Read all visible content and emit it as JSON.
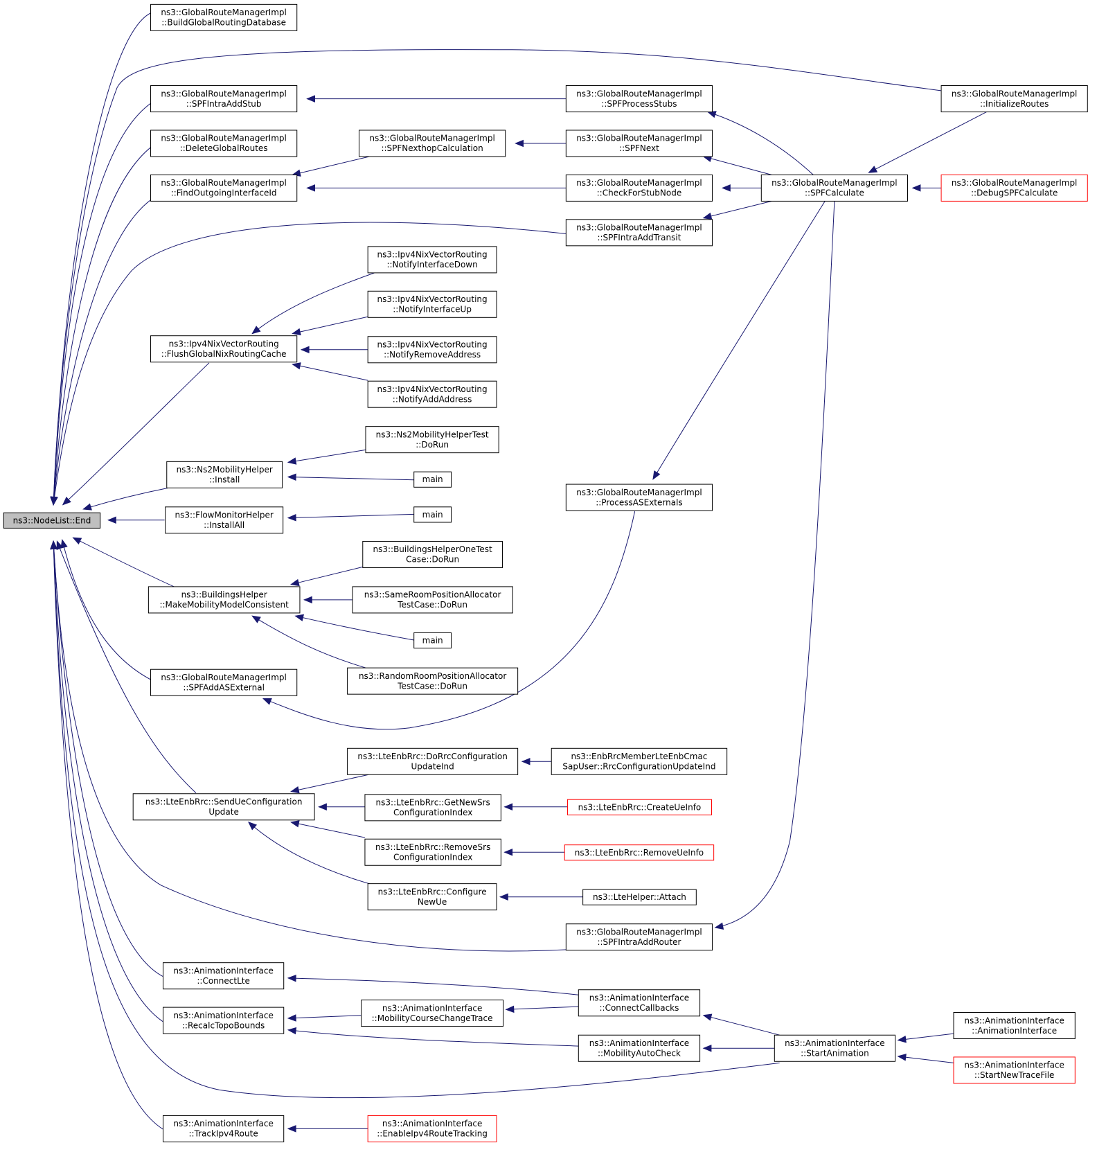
{
  "diagram": {
    "type": "doxygen-caller-graph",
    "colors": {
      "edge": "#191970",
      "root_fill": "#bfbfbf",
      "border": "#000000",
      "truncated_border": "#ff0000"
    },
    "nodes": [
      {
        "id": "root",
        "lines": [
          "ns3::NodeList::End"
        ],
        "root": true
      },
      {
        "id": "n_bgrd",
        "lines": [
          "ns3::GlobalRouteManagerImpl",
          "::BuildGlobalRoutingDatabase"
        ]
      },
      {
        "id": "n_intra_stub",
        "lines": [
          "ns3::GlobalRouteManagerImpl",
          "::SPFIntraAddStub"
        ]
      },
      {
        "id": "n_del",
        "lines": [
          "ns3::GlobalRouteManagerImpl",
          "::DeleteGlobalRoutes"
        ]
      },
      {
        "id": "n_foi",
        "lines": [
          "ns3::GlobalRouteManagerImpl",
          "::FindOutgoingInterfaceId"
        ]
      },
      {
        "id": "n_flush",
        "lines": [
          "ns3::Ipv4NixVectorRouting",
          "::FlushGlobalNixRoutingCache"
        ]
      },
      {
        "id": "n_ns2",
        "lines": [
          "ns3::Ns2MobilityHelper",
          "::Install"
        ]
      },
      {
        "id": "n_flow",
        "lines": [
          "ns3::FlowMonitorHelper",
          "::InstallAll"
        ]
      },
      {
        "id": "n_bld",
        "lines": [
          "ns3::BuildingsHelper",
          "::MakeMobilityModelConsistent"
        ]
      },
      {
        "id": "n_asext",
        "lines": [
          "ns3::GlobalRouteManagerImpl",
          "::SPFAddASExternal"
        ]
      },
      {
        "id": "n_sendue",
        "lines": [
          "ns3::LteEnbRrc::SendUeConfiguration",
          "Update"
        ]
      },
      {
        "id": "n_clte",
        "lines": [
          "ns3::AnimationInterface",
          "::ConnectLte"
        ]
      },
      {
        "id": "n_recalc",
        "lines": [
          "ns3::AnimationInterface",
          "::RecalcTopoBounds"
        ]
      },
      {
        "id": "n_track",
        "lines": [
          "ns3::AnimationInterface",
          "::TrackIpv4Route"
        ]
      },
      {
        "id": "n_nexthop",
        "lines": [
          "ns3::GlobalRouteManagerImpl",
          "::SPFNexthopCalculation"
        ]
      },
      {
        "id": "n_nid",
        "lines": [
          "ns3::Ipv4NixVectorRouting",
          "::NotifyInterfaceDown"
        ]
      },
      {
        "id": "n_niu",
        "lines": [
          "ns3::Ipv4NixVectorRouting",
          "::NotifyInterfaceUp"
        ]
      },
      {
        "id": "n_nra",
        "lines": [
          "ns3::Ipv4NixVectorRouting",
          "::NotifyRemoveAddress"
        ]
      },
      {
        "id": "n_naa",
        "lines": [
          "ns3::Ipv4NixVectorRouting",
          "::NotifyAddAddress"
        ]
      },
      {
        "id": "n_ns2test",
        "lines": [
          "ns3::Ns2MobilityHelperTest",
          "::DoRun"
        ]
      },
      {
        "id": "n_main1",
        "lines": [
          "main"
        ]
      },
      {
        "id": "n_main2",
        "lines": [
          "main"
        ]
      },
      {
        "id": "n_bhot",
        "lines": [
          "ns3::BuildingsHelperOneTest",
          "Case::DoRun"
        ]
      },
      {
        "id": "n_srpa",
        "lines": [
          "ns3::SameRoomPositionAllocator",
          "TestCase::DoRun"
        ]
      },
      {
        "id": "n_main3",
        "lines": [
          "main"
        ]
      },
      {
        "id": "n_rrpa",
        "lines": [
          "ns3::RandomRoomPositionAllocator",
          "TestCase::DoRun"
        ]
      },
      {
        "id": "n_dorrc",
        "lines": [
          "ns3::LteEnbRrc::DoRrcConfiguration",
          "UpdateInd"
        ]
      },
      {
        "id": "n_getsrs",
        "lines": [
          "ns3::LteEnbRrc::GetNewSrs",
          "ConfigurationIndex"
        ]
      },
      {
        "id": "n_remsrs",
        "lines": [
          "ns3::LteEnbRrc::RemoveSrs",
          "ConfigurationIndex"
        ]
      },
      {
        "id": "n_cfgue",
        "lines": [
          "ns3::LteEnbRrc::Configure",
          "NewUe"
        ]
      },
      {
        "id": "n_mcct",
        "lines": [
          "ns3::AnimationInterface",
          "::MobilityCourseChangeTrace"
        ]
      },
      {
        "id": "n_enrt",
        "lines": [
          "ns3::AnimationInterface",
          "::EnableIpv4RouteTracking"
        ],
        "red": true
      },
      {
        "id": "n_pstubs",
        "lines": [
          "ns3::GlobalRouteManagerImpl",
          "::SPFProcessStubs"
        ]
      },
      {
        "id": "n_next",
        "lines": [
          "ns3::GlobalRouteManagerImpl",
          "::SPFNext"
        ]
      },
      {
        "id": "n_cfsn",
        "lines": [
          "ns3::GlobalRouteManagerImpl",
          "::CheckForStubNode"
        ]
      },
      {
        "id": "n_iat",
        "lines": [
          "ns3::GlobalRouteManagerImpl",
          "::SPFIntraAddTransit"
        ]
      },
      {
        "id": "n_pase",
        "lines": [
          "ns3::GlobalRouteManagerImpl",
          "::ProcessASExternals"
        ]
      },
      {
        "id": "n_erm",
        "lines": [
          "ns3::EnbRrcMemberLteEnbCmac",
          "SapUser::RrcConfigurationUpdateInd"
        ]
      },
      {
        "id": "n_cui",
        "lines": [
          "ns3::LteEnbRrc::CreateUeInfo"
        ],
        "red": true
      },
      {
        "id": "n_rui",
        "lines": [
          "ns3::LteEnbRrc::RemoveUeInfo"
        ],
        "red": true
      },
      {
        "id": "n_attach",
        "lines": [
          "ns3::LteHelper::Attach"
        ]
      },
      {
        "id": "n_iar",
        "lines": [
          "ns3::GlobalRouteManagerImpl",
          "::SPFIntraAddRouter"
        ]
      },
      {
        "id": "n_ccb",
        "lines": [
          "ns3::AnimationInterface",
          "::ConnectCallbacks"
        ]
      },
      {
        "id": "n_mac",
        "lines": [
          "ns3::AnimationInterface",
          "::MobilityAutoCheck"
        ]
      },
      {
        "id": "n_spfcalc",
        "lines": [
          "ns3::GlobalRouteManagerImpl",
          "::SPFCalculate"
        ]
      },
      {
        "id": "n_start",
        "lines": [
          "ns3::AnimationInterface",
          "::StartAnimation"
        ]
      },
      {
        "id": "n_initr",
        "lines": [
          "ns3::GlobalRouteManagerImpl",
          "::InitializeRoutes"
        ]
      },
      {
        "id": "n_dbg",
        "lines": [
          "ns3::GlobalRouteManagerImpl",
          "::DebugSPFCalculate"
        ],
        "red": true
      },
      {
        "id": "n_aiai",
        "lines": [
          "ns3::AnimationInterface",
          "::AnimationInterface"
        ]
      },
      {
        "id": "n_sntf",
        "lines": [
          "ns3::AnimationInterface",
          "::StartNewTraceFile"
        ],
        "red": true
      }
    ],
    "edges": [
      [
        "n_bgrd",
        "root"
      ],
      [
        "n_initr",
        "root"
      ],
      [
        "n_intra_stub",
        "root"
      ],
      [
        "n_del",
        "root"
      ],
      [
        "n_foi",
        "root"
      ],
      [
        "n_iat",
        "root"
      ],
      [
        "n_flush",
        "root"
      ],
      [
        "n_ns2",
        "root"
      ],
      [
        "n_flow",
        "root"
      ],
      [
        "n_bld",
        "root"
      ],
      [
        "n_asext",
        "root"
      ],
      [
        "n_sendue",
        "root"
      ],
      [
        "n_iar",
        "root"
      ],
      [
        "n_clte",
        "root"
      ],
      [
        "n_recalc",
        "root"
      ],
      [
        "n_start",
        "root"
      ],
      [
        "n_track",
        "root"
      ],
      [
        "n_pstubs",
        "n_intra_stub"
      ],
      [
        "n_nexthop",
        "n_foi"
      ],
      [
        "n_cfsn",
        "n_foi"
      ],
      [
        "n_next",
        "n_nexthop"
      ],
      [
        "n_spfcalc",
        "n_pstubs"
      ],
      [
        "n_spfcalc",
        "n_next"
      ],
      [
        "n_spfcalc",
        "n_cfsn"
      ],
      [
        "n_spfcalc",
        "n_iat"
      ],
      [
        "n_spfcalc",
        "n_pase"
      ],
      [
        "n_spfcalc",
        "n_iar"
      ],
      [
        "n_initr",
        "n_spfcalc"
      ],
      [
        "n_dbg",
        "n_spfcalc"
      ],
      [
        "n_nid",
        "n_flush"
      ],
      [
        "n_niu",
        "n_flush"
      ],
      [
        "n_nra",
        "n_flush"
      ],
      [
        "n_naa",
        "n_flush"
      ],
      [
        "n_ns2test",
        "n_ns2"
      ],
      [
        "n_main1",
        "n_ns2"
      ],
      [
        "n_main2",
        "n_flow"
      ],
      [
        "n_bhot",
        "n_bld"
      ],
      [
        "n_srpa",
        "n_bld"
      ],
      [
        "n_main3",
        "n_bld"
      ],
      [
        "n_rrpa",
        "n_bld"
      ],
      [
        "n_pase",
        "n_asext"
      ],
      [
        "n_dorrc",
        "n_sendue"
      ],
      [
        "n_getsrs",
        "n_sendue"
      ],
      [
        "n_remsrs",
        "n_sendue"
      ],
      [
        "n_cfgue",
        "n_sendue"
      ],
      [
        "n_erm",
        "n_dorrc"
      ],
      [
        "n_cui",
        "n_getsrs"
      ],
      [
        "n_rui",
        "n_remsrs"
      ],
      [
        "n_attach",
        "n_cfgue"
      ],
      [
        "n_ccb",
        "n_clte"
      ],
      [
        "n_mcct",
        "n_recalc"
      ],
      [
        "n_mac",
        "n_recalc"
      ],
      [
        "n_ccb",
        "n_mcct"
      ],
      [
        "n_start",
        "n_ccb"
      ],
      [
        "n_start",
        "n_mac"
      ],
      [
        "n_aiai",
        "n_start"
      ],
      [
        "n_sntf",
        "n_start"
      ],
      [
        "n_enrt",
        "n_track"
      ]
    ]
  }
}
